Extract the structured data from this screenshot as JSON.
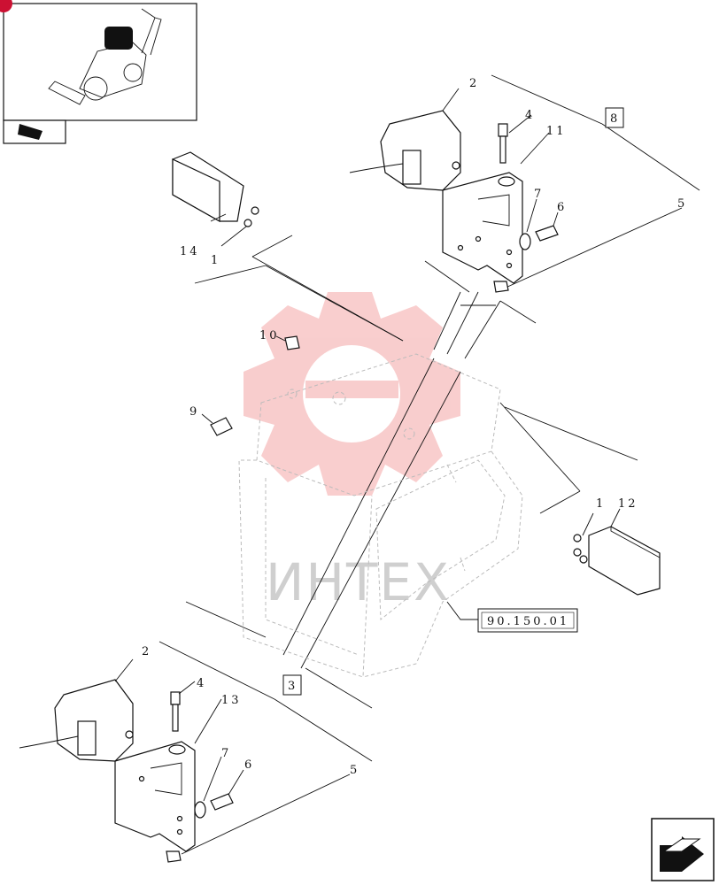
{
  "callouts": [
    {
      "id": "c2a",
      "text": "2"
    },
    {
      "id": "c4a",
      "text": "4"
    },
    {
      "id": "c11",
      "text": "11"
    },
    {
      "id": "c7a",
      "text": "7"
    },
    {
      "id": "c6a",
      "text": "6"
    },
    {
      "id": "c5a",
      "text": "5"
    },
    {
      "id": "c14",
      "text": "14"
    },
    {
      "id": "c1a",
      "text": "1"
    },
    {
      "id": "c10",
      "text": "10"
    },
    {
      "id": "c9",
      "text": "9"
    },
    {
      "id": "c1b",
      "text": "1"
    },
    {
      "id": "c12",
      "text": "12"
    },
    {
      "id": "c2b",
      "text": "2"
    },
    {
      "id": "c4b",
      "text": "4"
    },
    {
      "id": "c13",
      "text": "13"
    },
    {
      "id": "c7b",
      "text": "7"
    },
    {
      "id": "c6b",
      "text": "6"
    },
    {
      "id": "c5b",
      "text": "5"
    }
  ],
  "boxed_refs": {
    "ref8": "8",
    "ref3": "3",
    "ref_table": "90.150.01"
  },
  "watermark": "ИНТЕХ",
  "colors": {
    "watermark_logo": "#f4a6a6",
    "watermark_text": "#cfcfcf",
    "line": "#111111",
    "accent": "#cc1133"
  },
  "icons": {
    "thumbnail": "backhoe-loader-thumbnail",
    "nav_prev": "arrow-back-icon",
    "nav_next": "page-next-arrow-icon"
  }
}
